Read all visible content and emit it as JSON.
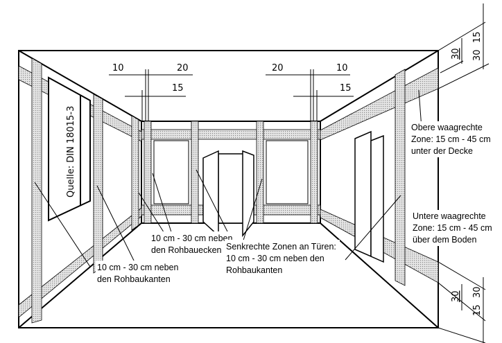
{
  "diagram": {
    "source_label": "Quelle: DIN 18015-3",
    "dimensions_left": {
      "a": "10",
      "b": "20",
      "c": "15"
    },
    "dimensions_right": {
      "a": "20",
      "b": "10",
      "c": "15"
    },
    "dimensions_ceiling": {
      "inner": "30",
      "top": "15",
      "outer": "30"
    },
    "dimensions_floor": {
      "inner": "30",
      "outer": "30",
      "bottom": "15"
    },
    "labels": {
      "corners": [
        "10 cm - 30 cm neben",
        "den Rohbauecken"
      ],
      "edges": [
        "10 cm - 30 cm neben",
        "den Rohbaukanten"
      ],
      "doors": [
        "Senkrechte Zonen an Türen:",
        "10 cm - 30 cm neben den",
        "Rohbaukanten"
      ],
      "upper": [
        "Obere waagrechte",
        "Zone: 15 cm - 45 cm",
        "unter der Decke"
      ],
      "lower": [
        "Untere waagrechte",
        "Zone: 15 cm - 45 cm",
        "über dem Boden"
      ]
    },
    "colors": {
      "line": "#000000",
      "zone": "#c8c8c8"
    }
  }
}
